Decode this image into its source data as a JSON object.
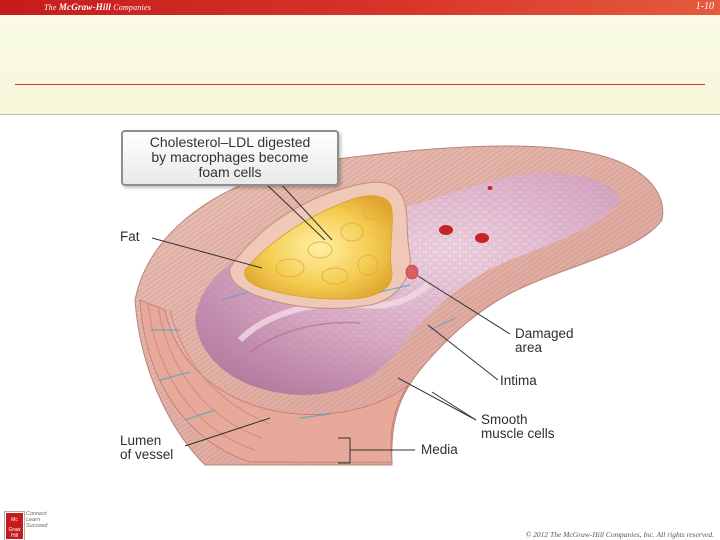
{
  "header": {
    "brand_prefix": "The",
    "brand_name": "McGraw-Hill",
    "brand_suffix": "Companies",
    "slide_number": "1-10"
  },
  "diagram": {
    "callout": [
      "Cholesterol–LDL digested",
      "by macrophages become",
      "foam cells"
    ],
    "labels": {
      "fat": "Fat",
      "damaged_area": [
        "Damaged",
        "area"
      ],
      "intima": "Intima",
      "smooth_muscle": [
        "Smooth",
        "muscle cells"
      ],
      "lumen": [
        "Lumen",
        "of vessel"
      ],
      "media": "Media"
    }
  },
  "footer": {
    "logo_top": "Mc",
    "logo_bottom": "Graw Hill",
    "connect_text": "Connect\nLearn\nSucceed",
    "copyright": "© 2012 The McGraw-Hill Companies, Inc. All rights reserved."
  },
  "colors": {
    "brand_red": "#c41c1c",
    "title_bg": "#f6f7d9",
    "fat_yellow": "#f2c84a",
    "vessel_pink": "#e3b0b0",
    "lumen_purple": "#c98fb0"
  }
}
